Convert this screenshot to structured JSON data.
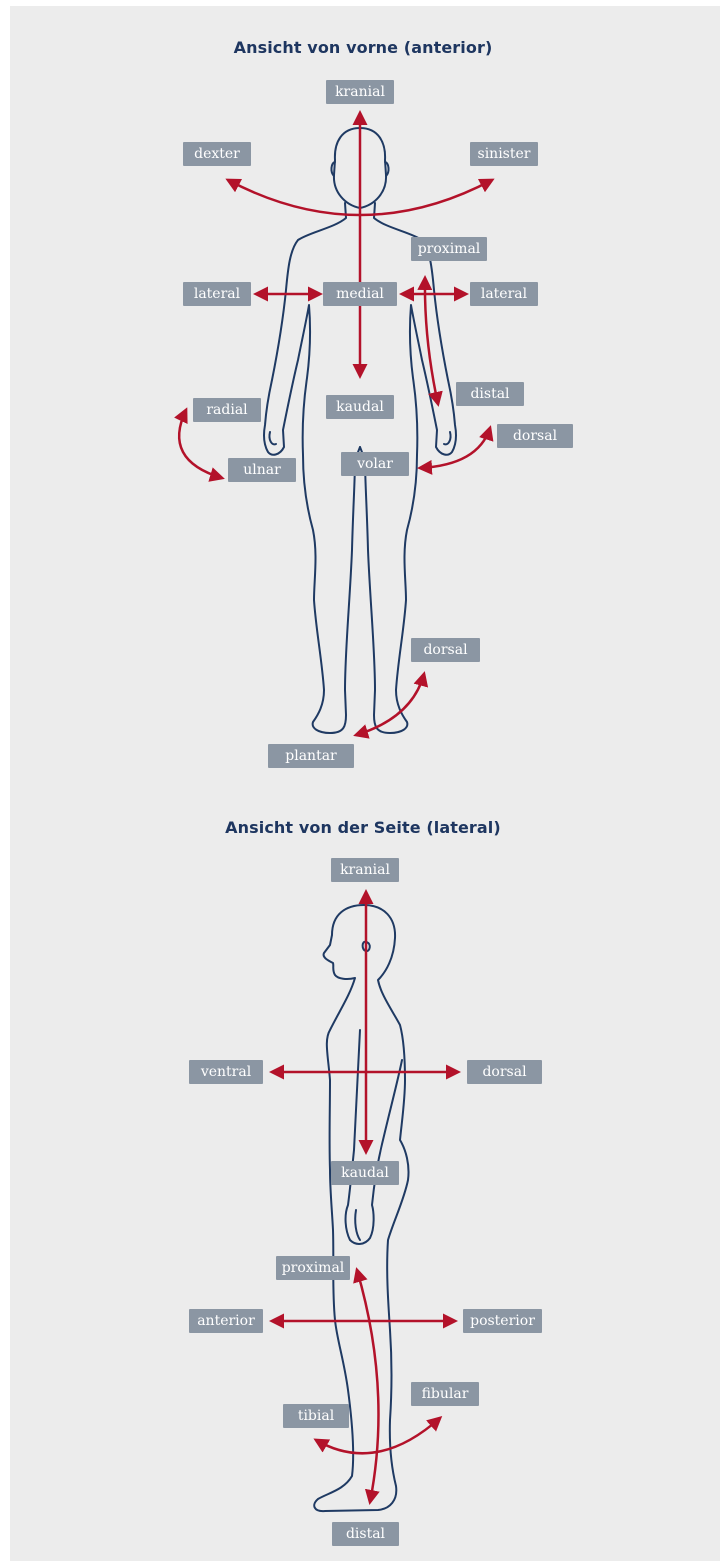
{
  "colors": {
    "background": "#ececec",
    "outline": "#1f3a63",
    "arrow": "#b3122a",
    "label_bg": "#8b96a3",
    "label_text": "#ffffff",
    "title": "#1e3660"
  },
  "anterior": {
    "title": "Ansicht von vorne (anterior)",
    "labels": {
      "kranial": "kranial",
      "dexter": "dexter",
      "sinister": "sinister",
      "proximal": "proximal",
      "lateral_left": "lateral",
      "medial": "medial",
      "lateral_right": "lateral",
      "distal": "distal",
      "radial": "radial",
      "kaudal": "kaudal",
      "dorsal_hand": "dorsal",
      "ulnar": "ulnar",
      "volar": "volar",
      "dorsal_foot": "dorsal",
      "plantar": "plantar"
    }
  },
  "lateral": {
    "title": "Ansicht von der Seite (lateral)",
    "labels": {
      "kranial": "kranial",
      "ventral": "ventral",
      "dorsal": "dorsal",
      "kaudal": "kaudal",
      "proximal": "proximal",
      "anterior": "anterior",
      "posterior": "posterior",
      "fibular": "fibular",
      "tibial": "tibial",
      "distal": "distal"
    }
  }
}
